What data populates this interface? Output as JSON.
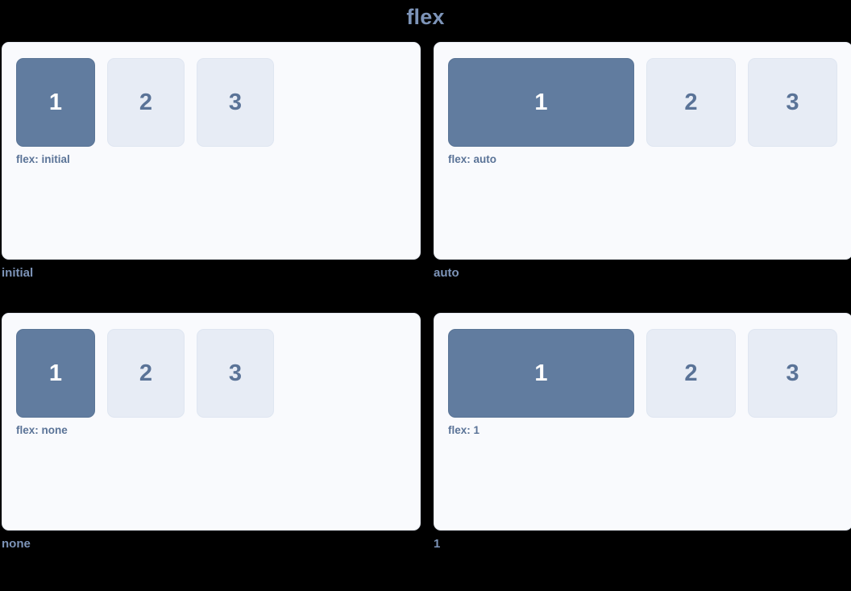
{
  "page": {
    "title": "flex",
    "background_color": "#000000",
    "accent_color": "#7d94b8"
  },
  "colors": {
    "card_background": "#f9fafd",
    "card_border": "#e6eaf2",
    "box_primary_fill": "#617c9f",
    "box_primary_text": "#ffffff",
    "box_secondary_fill": "#e7ecf5",
    "box_secondary_text": "#5a7397",
    "caption_text": "#5a7397",
    "section_label_text": "#7d94b8"
  },
  "sections": [
    {
      "label": "initial",
      "mode": "initial",
      "caption": "flex: initial",
      "boxes": [
        {
          "number": "1",
          "variant": "primary"
        },
        {
          "number": "2",
          "variant": "secondary"
        },
        {
          "number": "3",
          "variant": "secondary"
        }
      ]
    },
    {
      "label": "auto",
      "mode": "auto",
      "caption": "flex: auto",
      "boxes": [
        {
          "number": "1",
          "variant": "primary"
        },
        {
          "number": "2",
          "variant": "secondary"
        },
        {
          "number": "3",
          "variant": "secondary"
        }
      ]
    },
    {
      "label": "none",
      "mode": "none",
      "caption": "flex: none",
      "boxes": [
        {
          "number": "1",
          "variant": "primary"
        },
        {
          "number": "2",
          "variant": "secondary"
        },
        {
          "number": "3",
          "variant": "secondary"
        }
      ]
    },
    {
      "label": "1",
      "mode": "1",
      "caption": "flex: 1",
      "boxes": [
        {
          "number": "1",
          "variant": "primary"
        },
        {
          "number": "2",
          "variant": "secondary"
        },
        {
          "number": "3",
          "variant": "secondary"
        }
      ]
    }
  ]
}
